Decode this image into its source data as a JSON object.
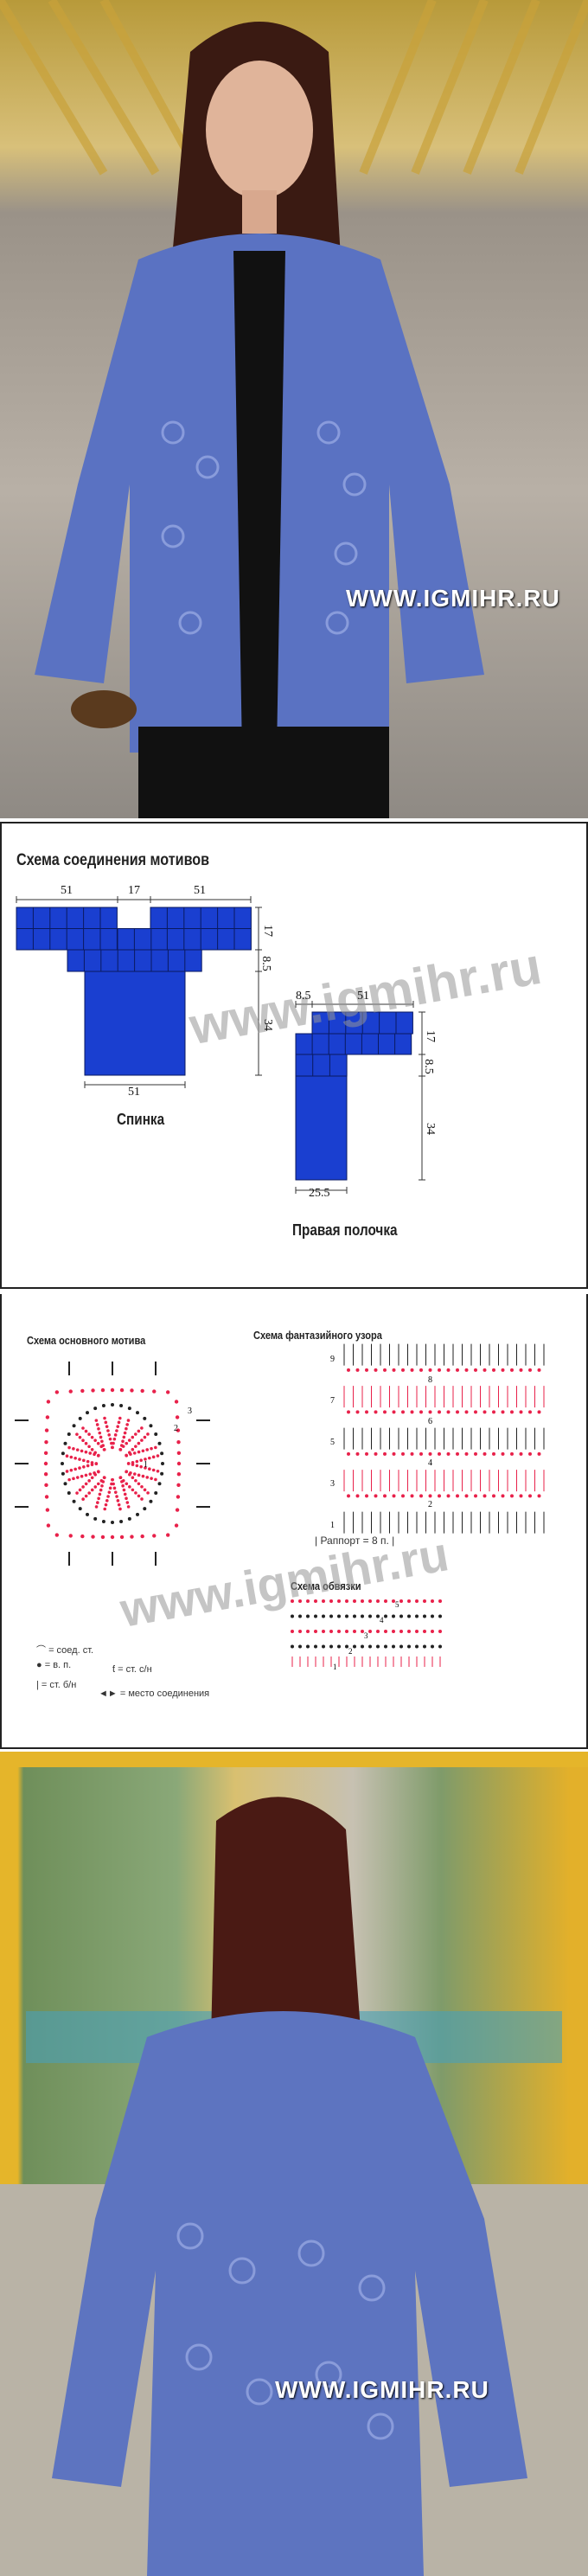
{
  "photos": {
    "front_watermark": "WWW.IGMIHR.RU",
    "back_watermark": "WWW.IGMIHR.RU"
  },
  "schematic": {
    "title": "Схема соединения мотивов",
    "watermark": "www.igmihr.ru",
    "back": {
      "label": "Спинка",
      "top_dims": [
        "51",
        "17",
        "51"
      ],
      "bottom_dim": "51",
      "side_dims": [
        "17",
        "8.5",
        "34"
      ]
    },
    "front": {
      "label": "Правая полочка",
      "top_dims": [
        "8.5",
        "51"
      ],
      "bottom_dim": "25.5",
      "side_dims": [
        "17",
        "8.5",
        "34"
      ]
    },
    "colors": {
      "motif": "#1a3fd0",
      "grid": "#0a1a60"
    }
  },
  "diagrams": {
    "motif_title": "Схема основного мотива",
    "pattern_title": "Схема фантазийного узора",
    "edging_title": "Схема обвязки",
    "watermark": "www.igmihr.ru",
    "repeat_label": "Раппорт = 8 п.",
    "pattern_rows_left": [
      "9",
      "7",
      "5",
      "3",
      "1"
    ],
    "pattern_rows_right": [
      "8",
      "6",
      "4",
      "2"
    ],
    "edging_rows": [
      "5",
      "4",
      "3",
      "2",
      "1"
    ],
    "motif_rows": [
      "1",
      "2",
      "3"
    ],
    "legend": [
      {
        "symbol": "⌒",
        "text": "= соед. ст."
      },
      {
        "symbol": "●",
        "text": "= в. п."
      },
      {
        "symbol": "|",
        "text": "= ст. б/н"
      },
      {
        "symbol": "ƭ",
        "text": "= ст. с/н"
      },
      {
        "symbol": "◄►",
        "text": "= место соединения"
      }
    ],
    "colors": {
      "red": "#e8214a",
      "black": "#222222"
    }
  }
}
